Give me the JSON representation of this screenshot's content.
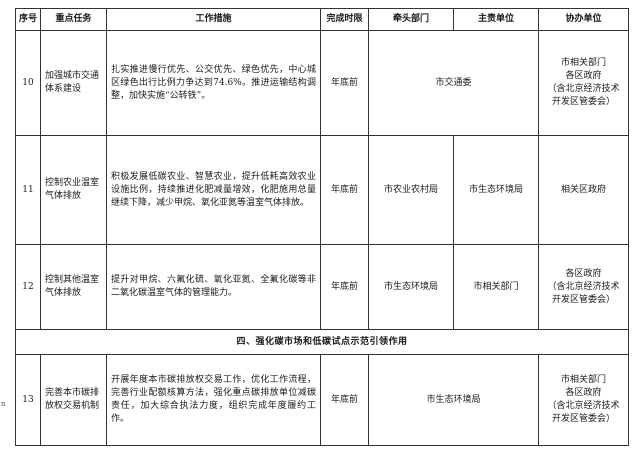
{
  "headers": [
    "序号",
    "重点任务",
    "工作措施",
    "完成时限",
    "牵头部门",
    "主责单位",
    "协办单位"
  ],
  "rows": [
    {
      "no": "10",
      "task": "加强城市交通体系建设",
      "measures": "扎实推进慢行优先、公交优先、绿色优先，中心城区绿色出行比例力争达到74.6%。推进运输结构调整，加快实施“公转铁”。",
      "deadline": "年底前",
      "lead": "市交通委",
      "responsible": "",
      "assist": [
        "市相关部门",
        "各区政府",
        "（含北京经济技术",
        "开发区管委会）"
      ]
    },
    {
      "no": "11",
      "task": "控制农业温室气体排放",
      "measures": "积极发展低碳农业、智慧农业，提升低耗高效农业设施比例，持续推进化肥减量增效，化肥施用总量继续下降，减少甲烷、氧化亚氮等温室气体排放。",
      "deadline": "年底前",
      "lead": "市农业农村局",
      "responsible": "市生态环境局",
      "assist": [
        "相关区政府"
      ]
    },
    {
      "no": "12",
      "task": "控制其他温室气体排放",
      "measures": "提升对甲烷、六氟化硫、氧化亚氮、全氟化碳等非二氧化碳温室气体的管理能力。",
      "deadline": "年底前",
      "lead": "市生态环境局",
      "responsible": "市相关部门",
      "assist": [
        "各区政府",
        "（含北京经济技术",
        "开发区管委会）"
      ]
    },
    {
      "no": "13",
      "task": "完善本市碳排放权交易机制",
      "measures": "开展年度本市碳排放权交易工作，优化工作流程，完善行业配额核算方法，强化重点碳排放单位减碳责任，加大综合执法力度，组织完成年度履约工作。",
      "deadline": "年底前",
      "lead": "市生态环境局",
      "responsible": "",
      "assist": [
        "市相关部门",
        "各区政府",
        "（含北京经济技术",
        "开发区管委会）"
      ]
    }
  ],
  "section_title": "四、强化碳市场和低碳试点示范引领作用",
  "margin_mark": "n"
}
